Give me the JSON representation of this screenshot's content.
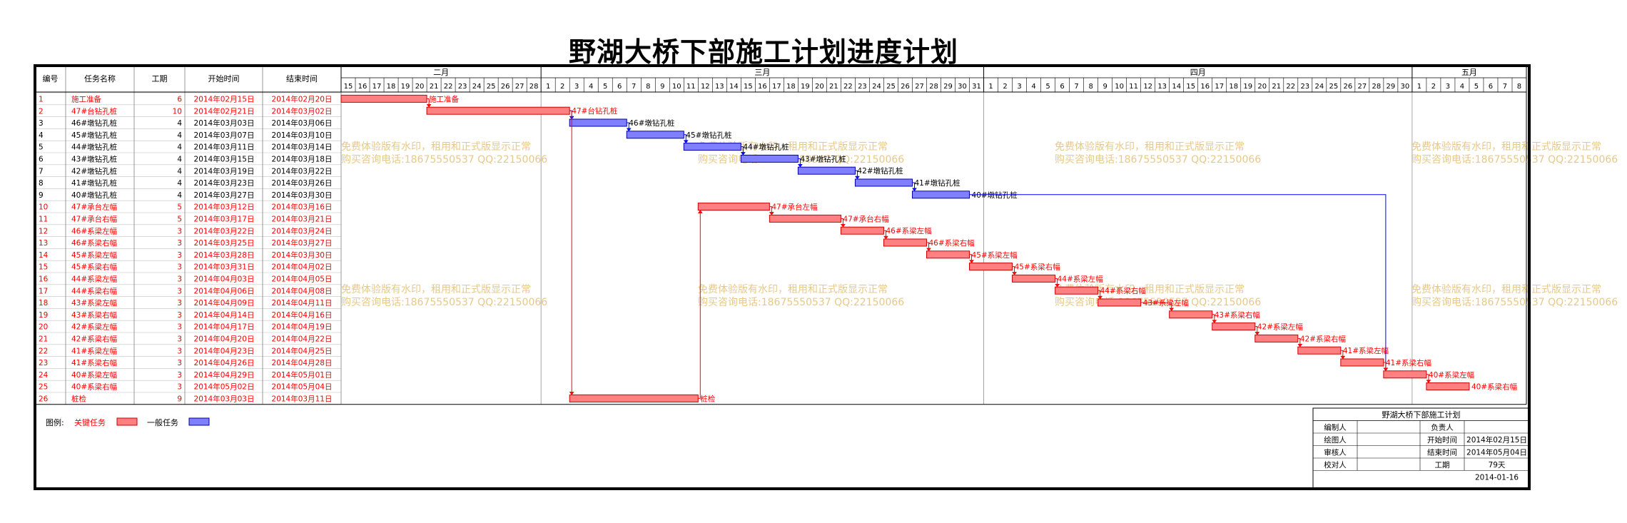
{
  "title": "野湖大桥下部施工计划进度计划",
  "headers": {
    "id": "编号",
    "name": "任务名称",
    "duration": "工期",
    "start": "开始时间",
    "end": "结束时间"
  },
  "months": [
    {
      "label": "二月",
      "days": [
        "15",
        "16",
        "17",
        "18",
        "19",
        "20",
        "21",
        "22",
        "23",
        "24",
        "25",
        "26",
        "27",
        "28"
      ]
    },
    {
      "label": "三月",
      "days": [
        "1",
        "2",
        "3",
        "4",
        "5",
        "6",
        "7",
        "8",
        "9",
        "10",
        "11",
        "12",
        "13",
        "14",
        "15",
        "16",
        "17",
        "18",
        "19",
        "20",
        "21",
        "22",
        "23",
        "24",
        "25",
        "26",
        "27",
        "28",
        "29",
        "30",
        "31"
      ]
    },
    {
      "label": "四月",
      "days": [
        "1",
        "2",
        "3",
        "4",
        "5",
        "6",
        "7",
        "8",
        "9",
        "10",
        "11",
        "12",
        "13",
        "14",
        "15",
        "16",
        "17",
        "18",
        "19",
        "20",
        "21",
        "22",
        "23",
        "24",
        "25",
        "26",
        "27",
        "28",
        "29",
        "30"
      ]
    },
    {
      "label": "五月",
      "days": [
        "1",
        "2",
        "3",
        "4",
        "5",
        "6",
        "7",
        "8"
      ]
    }
  ],
  "chart_data": {
    "type": "gantt",
    "title": "野湖大桥下部施工计划进度计划",
    "time_range": [
      "2014-02-15",
      "2014-05-08"
    ],
    "tasks": [
      {
        "id": "1",
        "name": "施工准备",
        "duration": 6,
        "start_label": "2014年02月15日",
        "end_label": "2014年02月20日",
        "start": "2014-02-15",
        "end": "2014-02-20",
        "critical": true,
        "bar_label": "施工准备"
      },
      {
        "id": "2",
        "name": "47#台钻孔桩",
        "duration": 10,
        "start_label": "2014年02月21日",
        "end_label": "2014年03月02日",
        "start": "2014-02-21",
        "end": "2014-03-02",
        "critical": true,
        "bar_label": "47#台钻孔桩"
      },
      {
        "id": "3",
        "name": "46#墩钻孔桩",
        "duration": 4,
        "start_label": "2014年03月03日",
        "end_label": "2014年03月06日",
        "start": "2014-03-03",
        "end": "2014-03-06",
        "critical": false,
        "bar_label": "46#墩钻孔桩"
      },
      {
        "id": "4",
        "name": "45#墩钻孔桩",
        "duration": 4,
        "start_label": "2014年03月07日",
        "end_label": "2014年03月10日",
        "start": "2014-03-07",
        "end": "2014-03-10",
        "critical": false,
        "bar_label": "45#墩钻孔桩"
      },
      {
        "id": "5",
        "name": "44#墩钻孔桩",
        "duration": 4,
        "start_label": "2014年03月11日",
        "end_label": "2014年03月14日",
        "start": "2014-03-11",
        "end": "2014-03-14",
        "critical": false,
        "bar_label": "44#墩钻孔桩"
      },
      {
        "id": "6",
        "name": "43#墩钻孔桩",
        "duration": 4,
        "start_label": "2014年03月15日",
        "end_label": "2014年03月18日",
        "start": "2014-03-15",
        "end": "2014-03-18",
        "critical": false,
        "bar_label": "43#墩钻孔桩"
      },
      {
        "id": "7",
        "name": "42#墩钻孔桩",
        "duration": 4,
        "start_label": "2014年03月19日",
        "end_label": "2014年03月22日",
        "start": "2014-03-19",
        "end": "2014-03-22",
        "critical": false,
        "bar_label": "42#墩钻孔桩"
      },
      {
        "id": "8",
        "name": "41#墩钻孔桩",
        "duration": 4,
        "start_label": "2014年03月23日",
        "end_label": "2014年03月26日",
        "start": "2014-03-23",
        "end": "2014-03-26",
        "critical": false,
        "bar_label": "41#墩钻孔桩"
      },
      {
        "id": "9",
        "name": "40#墩钻孔桩",
        "duration": 4,
        "start_label": "2014年03月27日",
        "end_label": "2014年03月30日",
        "start": "2014-03-27",
        "end": "2014-03-30",
        "critical": false,
        "bar_label": "40#墩钻孔桩"
      },
      {
        "id": "10",
        "name": "47#承台左幅",
        "duration": 5,
        "start_label": "2014年03月12日",
        "end_label": "2014年03月16日",
        "start": "2014-03-12",
        "end": "2014-03-16",
        "critical": true,
        "bar_label": "47#承台左幅"
      },
      {
        "id": "11",
        "name": "47#承台右幅",
        "duration": 5,
        "start_label": "2014年03月17日",
        "end_label": "2014年03月21日",
        "start": "2014-03-17",
        "end": "2014-03-21",
        "critical": true,
        "bar_label": "47#承台右幅"
      },
      {
        "id": "12",
        "name": "46#系梁左幅",
        "duration": 3,
        "start_label": "2014年03月22日",
        "end_label": "2014年03月24日",
        "start": "2014-03-22",
        "end": "2014-03-24",
        "critical": true,
        "bar_label": "46#系梁左幅"
      },
      {
        "id": "13",
        "name": "46#系梁右幅",
        "duration": 3,
        "start_label": "2014年03月25日",
        "end_label": "2014年03月27日",
        "start": "2014-03-25",
        "end": "2014-03-27",
        "critical": true,
        "bar_label": "46#系梁右幅"
      },
      {
        "id": "14",
        "name": "45#系梁左幅",
        "duration": 3,
        "start_label": "2014年03月28日",
        "end_label": "2014年03月30日",
        "start": "2014-03-28",
        "end": "2014-03-30",
        "critical": true,
        "bar_label": "45#系梁左幅"
      },
      {
        "id": "15",
        "name": "45#系梁右幅",
        "duration": 3,
        "start_label": "2014年03月31日",
        "end_label": "2014年04月02日",
        "start": "2014-03-31",
        "end": "2014-04-02",
        "critical": true,
        "bar_label": "45#系梁右幅"
      },
      {
        "id": "16",
        "name": "44#系梁左幅",
        "duration": 3,
        "start_label": "2014年04月03日",
        "end_label": "2014年04月05日",
        "start": "2014-04-03",
        "end": "2014-04-05",
        "critical": true,
        "bar_label": "44#系梁左幅"
      },
      {
        "id": "17",
        "name": "44#系梁右幅",
        "duration": 3,
        "start_label": "2014年04月06日",
        "end_label": "2014年04月08日",
        "start": "2014-04-06",
        "end": "2014-04-08",
        "critical": true,
        "bar_label": "44#系梁右幅"
      },
      {
        "id": "18",
        "name": "43#系梁左幅",
        "duration": 3,
        "start_label": "2014年04月09日",
        "end_label": "2014年04月11日",
        "start": "2014-04-09",
        "end": "2014-04-11",
        "critical": true,
        "bar_label": "43#系梁左幅"
      },
      {
        "id": "19",
        "name": "43#系梁右幅",
        "duration": 3,
        "start_label": "2014年04月14日",
        "end_label": "2014年04月16日",
        "start": "2014-04-14",
        "end": "2014-04-16",
        "critical": true,
        "bar_label": "43#系梁右幅"
      },
      {
        "id": "20",
        "name": "42#系梁左幅",
        "duration": 3,
        "start_label": "2014年04月17日",
        "end_label": "2014年04月19日",
        "start": "2014-04-17",
        "end": "2014-04-19",
        "critical": true,
        "bar_label": "42#系梁左幅"
      },
      {
        "id": "21",
        "name": "42#系梁右幅",
        "duration": 3,
        "start_label": "2014年04月20日",
        "end_label": "2014年04月22日",
        "start": "2014-04-20",
        "end": "2014-04-22",
        "critical": true,
        "bar_label": "42#系梁右幅"
      },
      {
        "id": "22",
        "name": "41#系梁左幅",
        "duration": 3,
        "start_label": "2014年04月23日",
        "end_label": "2014年04月25日",
        "start": "2014-04-23",
        "end": "2014-04-25",
        "critical": true,
        "bar_label": "41#系梁左幅"
      },
      {
        "id": "23",
        "name": "41#系梁右幅",
        "duration": 3,
        "start_label": "2014年04月26日",
        "end_label": "2014年04月28日",
        "start": "2014-04-26",
        "end": "2014-04-28",
        "critical": true,
        "bar_label": "41#系梁右幅"
      },
      {
        "id": "24",
        "name": "40#系梁左幅",
        "duration": 3,
        "start_label": "2014年04月29日",
        "end_label": "2014年05月01日",
        "start": "2014-04-29",
        "end": "2014-05-01",
        "critical": true,
        "bar_label": "40#系梁左幅"
      },
      {
        "id": "25",
        "name": "40#系梁右幅",
        "duration": 3,
        "start_label": "2014年05月02日",
        "end_label": "2014年05月04日",
        "start": "2014-05-02",
        "end": "2014-05-04",
        "critical": true,
        "bar_label": "40#系梁右幅"
      },
      {
        "id": "26",
        "name": "桩检",
        "duration": 9,
        "start_label": "2014年03月03日",
        "end_label": "2014年03月11日",
        "start": "2014-03-03",
        "end": "2014-03-11",
        "critical": true,
        "bar_label": "桩检"
      }
    ],
    "links": [
      [
        1,
        2
      ],
      [
        2,
        3
      ],
      [
        3,
        4
      ],
      [
        4,
        5
      ],
      [
        5,
        6
      ],
      [
        6,
        7
      ],
      [
        7,
        8
      ],
      [
        8,
        9
      ],
      [
        9,
        24
      ],
      [
        2,
        26
      ],
      [
        26,
        10
      ],
      [
        10,
        11
      ],
      [
        11,
        12
      ],
      [
        12,
        13
      ],
      [
        13,
        14
      ],
      [
        14,
        15
      ],
      [
        15,
        16
      ],
      [
        16,
        17
      ],
      [
        17,
        18
      ],
      [
        18,
        19
      ],
      [
        19,
        20
      ],
      [
        20,
        21
      ],
      [
        21,
        22
      ],
      [
        22,
        23
      ],
      [
        23,
        24
      ],
      [
        24,
        25
      ]
    ],
    "colors": {
      "critical_fill": "#ff8080",
      "critical_stroke": "#cc0000",
      "normal_fill": "#8080ff",
      "normal_stroke": "#0000aa",
      "critical_link": "#ff0000",
      "normal_link": "#0000ff",
      "critical_text": "#ff0000",
      "normal_text": "#000000"
    }
  },
  "legend": {
    "label": "图例:",
    "critical": "关键任务",
    "normal": "一般任务"
  },
  "watermark": {
    "line1": "免费体验版有水印，租用和正式版显示正常",
    "line2": "购买咨询电话:18675550537 QQ:22150066"
  },
  "infobox": {
    "title": "野湖大桥下部施工计划",
    "rows": [
      [
        "编制人",
        "",
        "负责人",
        ""
      ],
      [
        "绘图人",
        "",
        "开始时间",
        "2014年02月15日"
      ],
      [
        "审核人",
        "",
        "结束时间",
        "2014年05月04日"
      ],
      [
        "校对人",
        "",
        "工期",
        "79天"
      ],
      [
        "",
        "",
        "",
        "2014-01-16"
      ]
    ]
  }
}
